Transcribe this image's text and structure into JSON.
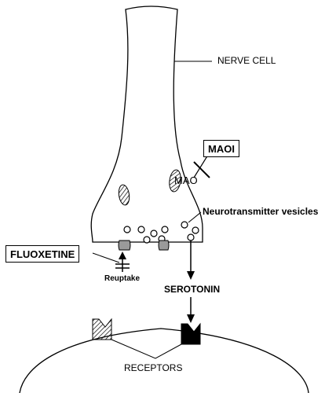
{
  "labels": {
    "nerve_cell": "NERVE CELL",
    "maoi": "MAOI",
    "mao": "MAO",
    "neurotransmitter_vesicles": "Neurotransmitter vesicles",
    "fluoxetine": "FLUOXETINE",
    "reuptake": "Reuptake",
    "serotonin": "SEROTONIN",
    "receptors": "RECEPTORS"
  },
  "colors": {
    "line": "#000000",
    "background": "#ffffff",
    "transporter_fill": "#9a9a9a",
    "receptor_fill": "#000000"
  }
}
